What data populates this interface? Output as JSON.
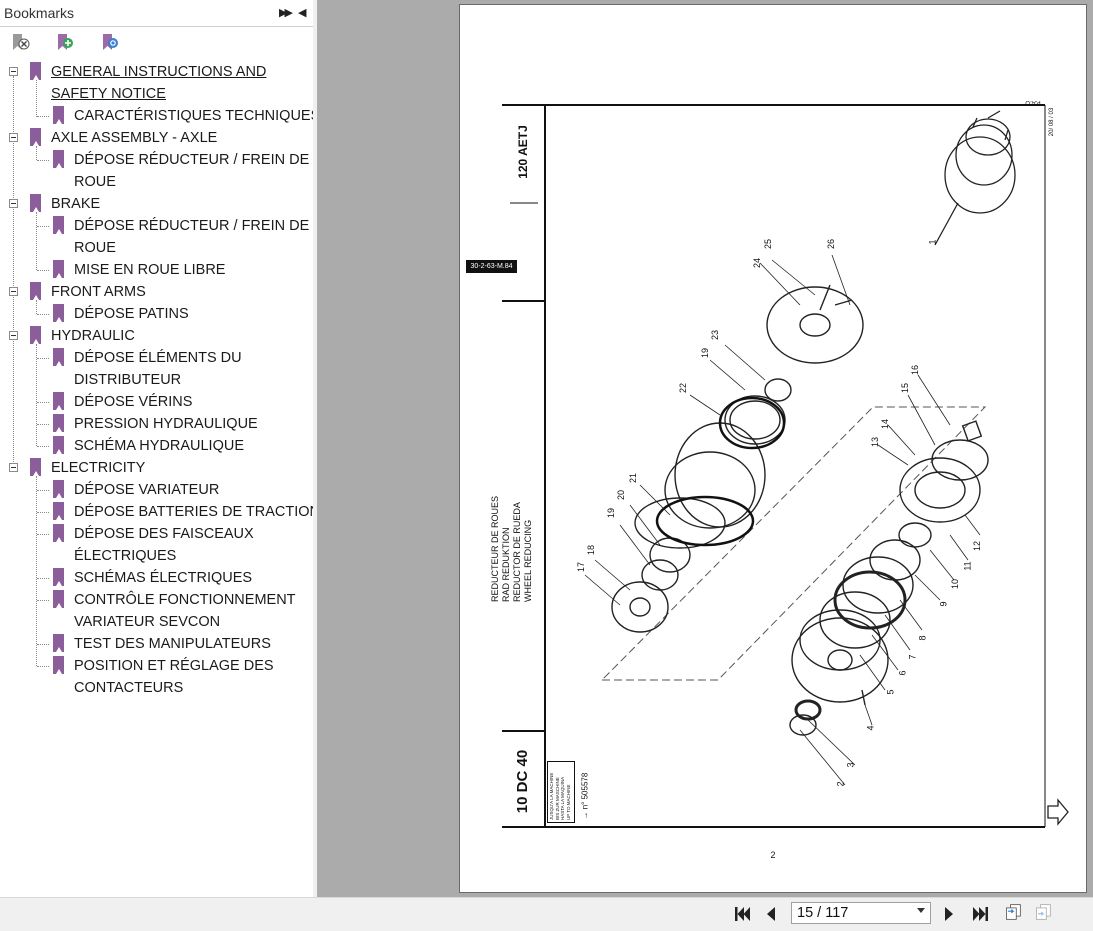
{
  "sidebar": {
    "title": "Bookmarks",
    "items": [
      {
        "label": "GENERAL INSTRUCTIONS AND",
        "level": 0
      },
      {
        "label": "SAFETY NOTICE",
        "level": 0
      },
      {
        "label": "CARACTÉRISTIQUES TECHNIQUES",
        "level": 1
      },
      {
        "label": "AXLE ASSEMBLY - AXLE",
        "level": 0
      },
      {
        "label": "DÉPOSE RÉDUCTEUR / FREIN DE",
        "level": 1
      },
      {
        "label": "ROUE",
        "level": 1
      },
      {
        "label": "BRAKE",
        "level": 0
      },
      {
        "label": "DÉPOSE RÉDUCTEUR / FREIN DE",
        "level": 1
      },
      {
        "label": "ROUE",
        "level": 1
      },
      {
        "label": "MISE EN ROUE LIBRE",
        "level": 1
      },
      {
        "label": "FRONT ARMS",
        "level": 0
      },
      {
        "label": "DÉPOSE PATINS",
        "level": 1
      },
      {
        "label": "HYDRAULIC",
        "level": 0
      },
      {
        "label": "DÉPOSE ÉLÉMENTS DU",
        "level": 1
      },
      {
        "label": "DISTRIBUTEUR",
        "level": 1
      },
      {
        "label": "DÉPOSE VÉRINS",
        "level": 1
      },
      {
        "label": "PRESSION HYDRAULIQUE",
        "level": 1
      },
      {
        "label": "SCHÉMA HYDRAULIQUE",
        "level": 1
      },
      {
        "label": "ELECTRICITY",
        "level": 0
      },
      {
        "label": "DÉPOSE VARIATEUR",
        "level": 1
      },
      {
        "label": "DÉPOSE BATTERIES DE TRACTION",
        "level": 1
      },
      {
        "label": "DÉPOSE DES FAISCEAUX",
        "level": 1
      },
      {
        "label": "ÉLECTRIQUES",
        "level": 1
      },
      {
        "label": "SCHÉMAS ÉLECTRIQUES",
        "level": 1
      },
      {
        "label": "CONTRÔLE FONCTIONNEMENT",
        "level": 1
      },
      {
        "label": "VARIATEUR SEVCON",
        "level": 1
      },
      {
        "label": "TEST DES MANIPULATEURS",
        "level": 1
      },
      {
        "label": "POSITION ET RÉGLAGE DES",
        "level": 1
      },
      {
        "label": "CONTACTEURS",
        "level": 1
      }
    ],
    "icons": [
      "delete-bookmark-icon",
      "add-bookmark-icon",
      "find-bookmark-icon"
    ]
  },
  "document": {
    "model_top": "120 AETJ",
    "model_bottom": "10 DC 40",
    "ref_code": "30-2-63-M.84",
    "pao": "P.A.O",
    "date": "20/ 08 / 03",
    "titles": [
      "REDUCTEUR DE ROUES",
      "RAD REDUKTION",
      "REDUCTOR DE RUEDA",
      "WHEEL REDUCING"
    ],
    "serial_note": "505578",
    "stamp_lines": [
      "JUSQU'A LA MACHINE",
      "BIS ZUR MASCHINE",
      "HASTA LA MAQUINA",
      "UP TO MACHINE"
    ],
    "page_number": "2",
    "callouts": [
      "1",
      "2",
      "3",
      "4",
      "5",
      "6",
      "7",
      "8",
      "9",
      "10",
      "11",
      "12",
      "13",
      "14",
      "15",
      "16",
      "17",
      "18",
      "19",
      "20",
      "21",
      "22",
      "19",
      "23",
      "24",
      "25",
      "26"
    ]
  },
  "navigation": {
    "page_display": "15 / 117",
    "current_page": 15,
    "total_pages": 117
  },
  "colors": {
    "bookmark": "#8b5e9b",
    "viewer_bg": "#ababab",
    "toolbar_bg": "#f0f0f0"
  }
}
